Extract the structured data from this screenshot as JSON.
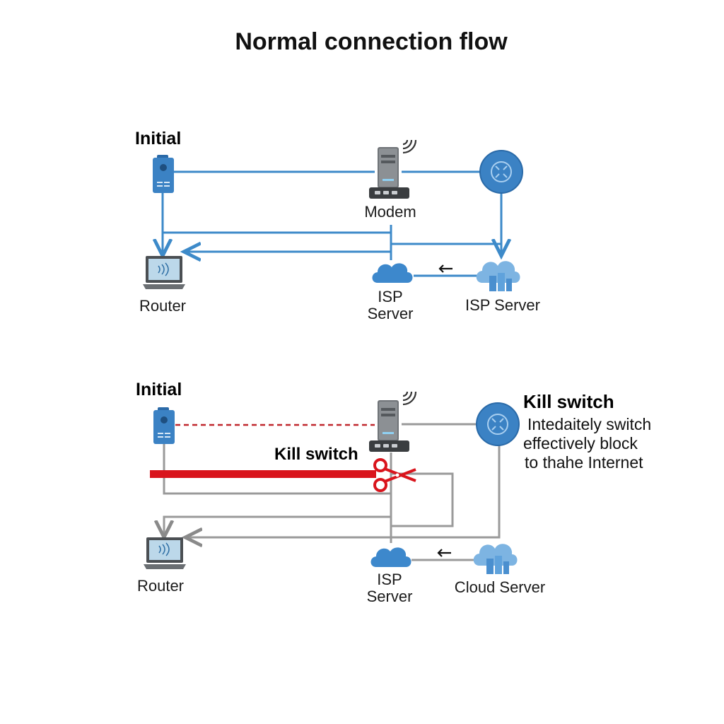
{
  "title": "Normal connection flow",
  "colors": {
    "line_blue": "#3d8ac9",
    "line_gray": "#9a9a9a",
    "cut_red": "#d9141c",
    "node_blue": "#3b82c4",
    "cloud_blue": "#4a90d0"
  },
  "top_panel": {
    "heading": "Initial",
    "modem_label": "Modem",
    "router_label": "Router",
    "isp_server_label_line1": "ISP",
    "isp_server_label_line2": "Server",
    "right_server_label": "ISP Server",
    "icons": [
      "device-icon",
      "modem-icon",
      "wifi-icon",
      "globe-node-icon",
      "laptop-icon",
      "cloud-icon",
      "cloud-server-icon",
      "arrow-left-icon"
    ]
  },
  "bottom_panel": {
    "heading": "Initial",
    "kill_switch_inline": "Kill switch",
    "kill_switch_heading": "Kill switch",
    "note_lines": [
      "Intedaitely switch",
      "effectively block",
      "to thahe Internet"
    ],
    "router_label": "Router",
    "isp_server_label_line1": "ISP",
    "isp_server_label_line2": "Server",
    "right_server_label": "Cloud Server",
    "icons": [
      "device-icon",
      "modem-icon",
      "wifi-icon",
      "globe-node-icon",
      "scissors-icon",
      "laptop-icon",
      "cloud-icon",
      "cloud-server-icon",
      "arrow-left-icon"
    ]
  }
}
